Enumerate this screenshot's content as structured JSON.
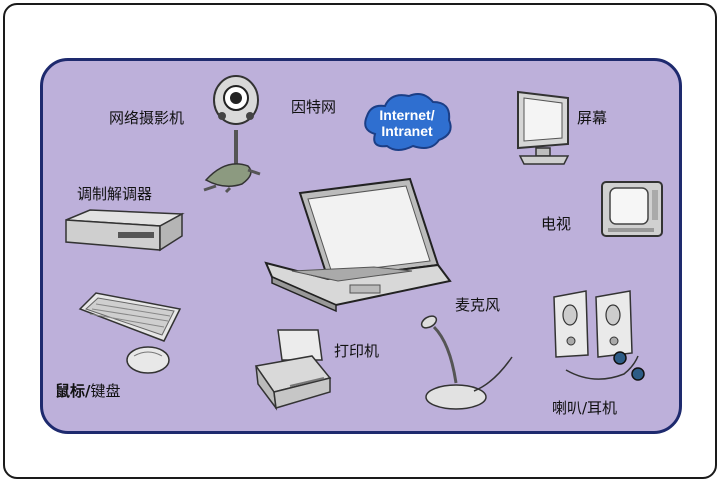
{
  "labels": {
    "webcam": "网络摄影机",
    "internet_cn": "因特网",
    "monitor": "屏幕",
    "modem": "调制解调器",
    "tv": "电视",
    "microphone": "麦克风",
    "printer": "打印机",
    "mouse_bold": "鼠标/",
    "keyboard": "键盘",
    "speakers": "喇叭/耳机"
  },
  "cloud": {
    "line1": "Internet/",
    "line2": "Intranet"
  },
  "colors": {
    "panel_fill": "#bdb0da",
    "panel_border": "#1e2a6e",
    "cloud_blue": "#2f6fd0",
    "device_gray": "#c8c8c8"
  },
  "icons": [
    "webcam-icon",
    "cloud-icon",
    "monitor-icon",
    "modem-icon",
    "tv-icon",
    "laptop-icon",
    "keyboard-icon",
    "mouse-icon",
    "printer-icon",
    "microphone-icon",
    "speakers-icon",
    "headphones-icon"
  ]
}
